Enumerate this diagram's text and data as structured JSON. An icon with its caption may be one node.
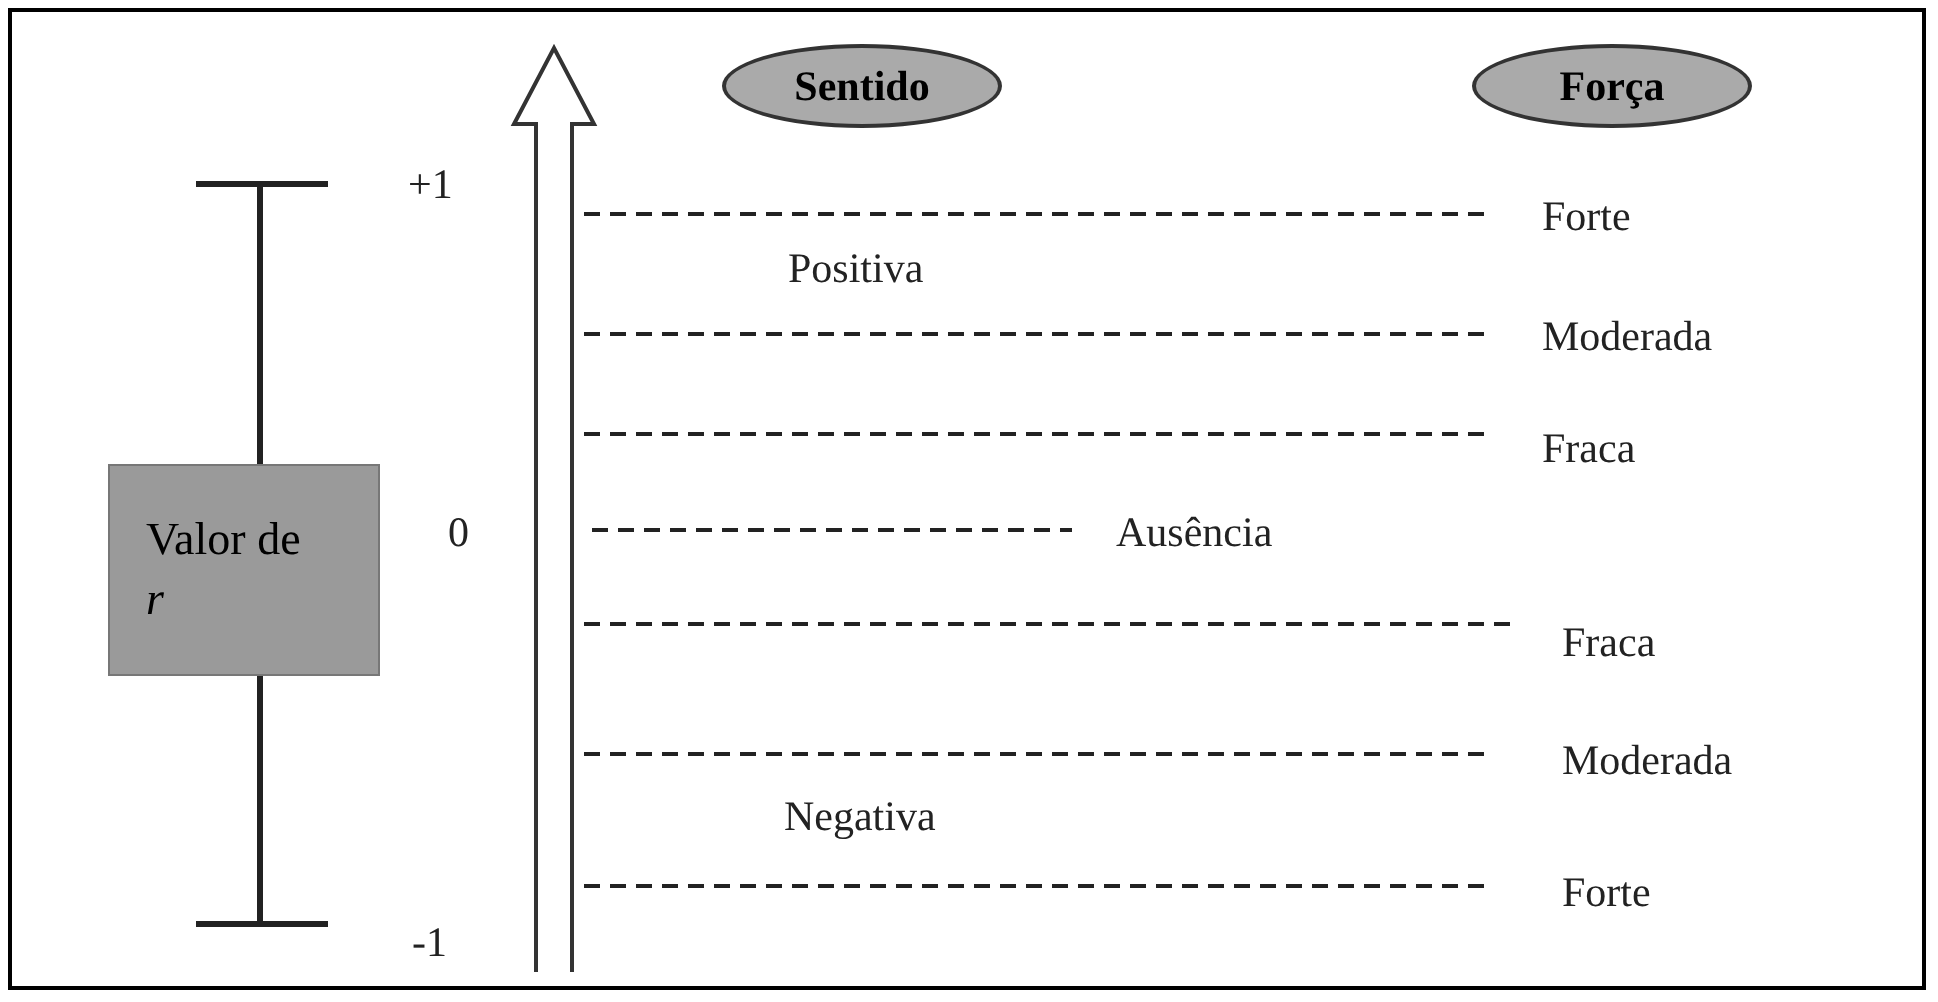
{
  "diagram": {
    "nodes": [
      {
        "text": [
          "Sentido"
        ]
      },
      {
        "text": [
          "Força"
        ]
      },
      {
        "text": [
          "Valor de *r*"
        ]
      }
    ],
    "labels": [
      "+1",
      "Forte",
      "Positiva",
      "Moderada",
      "Fraca",
      "0",
      "Ausência",
      "Fraca",
      "Moderada",
      "Negativa",
      "Forte",
      "-1"
    ]
  }
}
